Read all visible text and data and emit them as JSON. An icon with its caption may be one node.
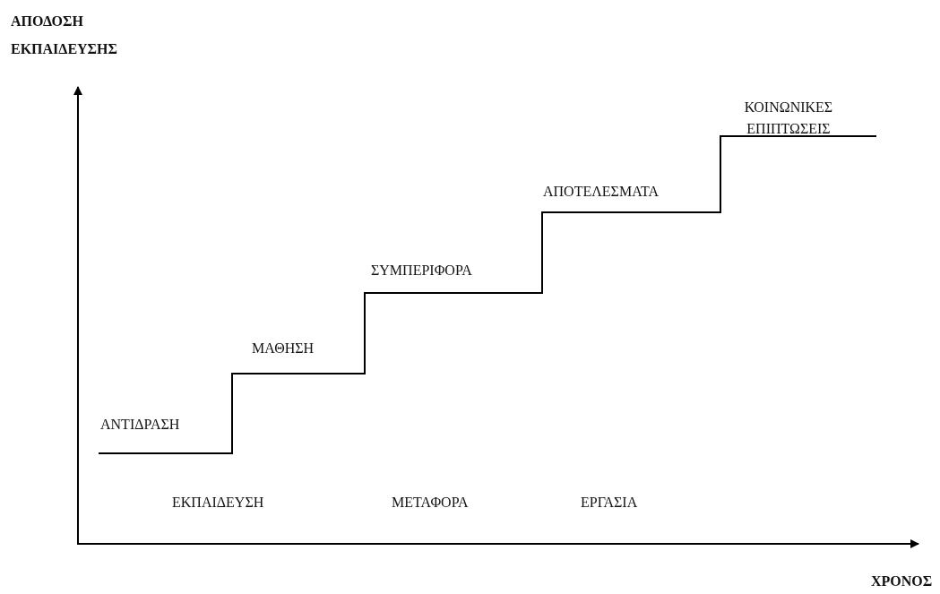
{
  "diagram": {
    "labels": [
      "ΑΠΟΔΟΣΗ ΕΚΠΑΙΔΕΥΣΗΣ",
      "ΚΟΙΝΩΝΙΚΕΣ ΕΠΙΠΤΩΣΕΙΣ",
      "ΑΠΟΤΕΛΕΣΜΑΤΑ",
      "ΣΥΜΠΕΡΙΦΟΡΑ",
      "ΜΑΘΗΣΗ",
      "ΑΝΤΙΔΡΑΣΗ",
      "ΕΚΠΑΙΔΕΥΣΗ",
      "ΜΕΤΑΦΟΡΑ",
      "ΕΡΓΑΣΙΑ",
      "ΧΡΟΝΟΣ"
    ]
  }
}
